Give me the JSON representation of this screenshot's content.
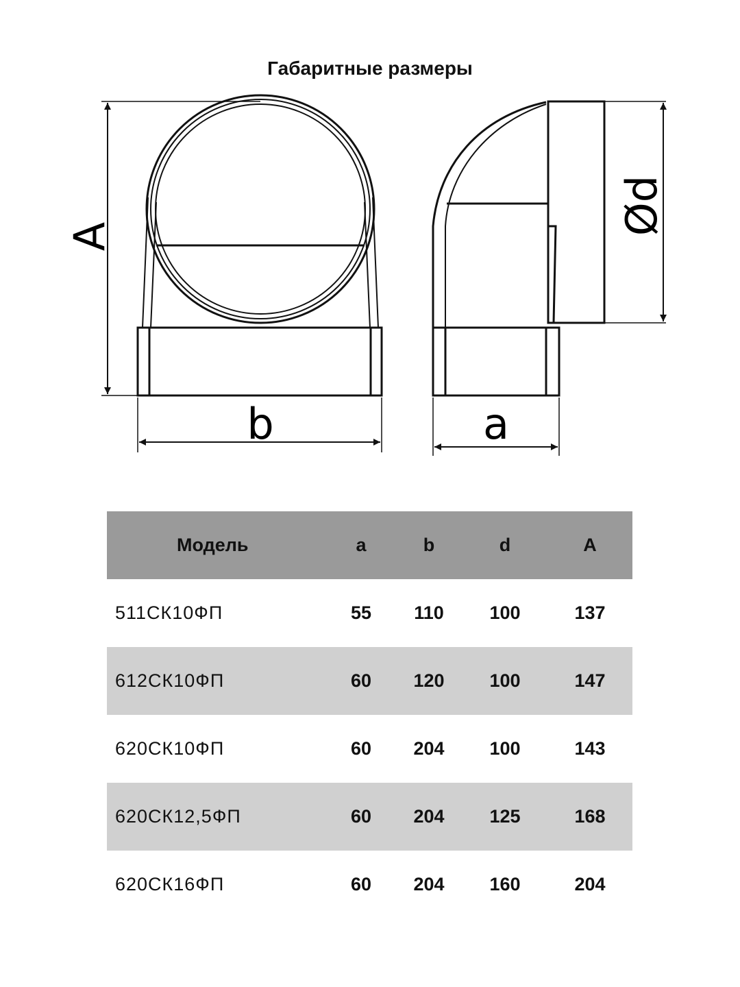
{
  "title": "Габаритные размеры",
  "drawing": {
    "labels": {
      "A": "A",
      "b": "b",
      "a": "a",
      "d": "Ød"
    }
  },
  "table": {
    "headers": [
      "Модель",
      "a",
      "b",
      "d",
      "A"
    ],
    "rows": [
      [
        "511СК10ФП",
        "55",
        "110",
        "100",
        "137"
      ],
      [
        "612СК10ФП",
        "60",
        "120",
        "100",
        "147"
      ],
      [
        "620СК10ФП",
        "60",
        "204",
        "100",
        "143"
      ],
      [
        "620СК12,5ФП",
        "60",
        "204",
        "125",
        "168"
      ],
      [
        "620СК16ФП",
        "60",
        "204",
        "160",
        "204"
      ]
    ]
  }
}
